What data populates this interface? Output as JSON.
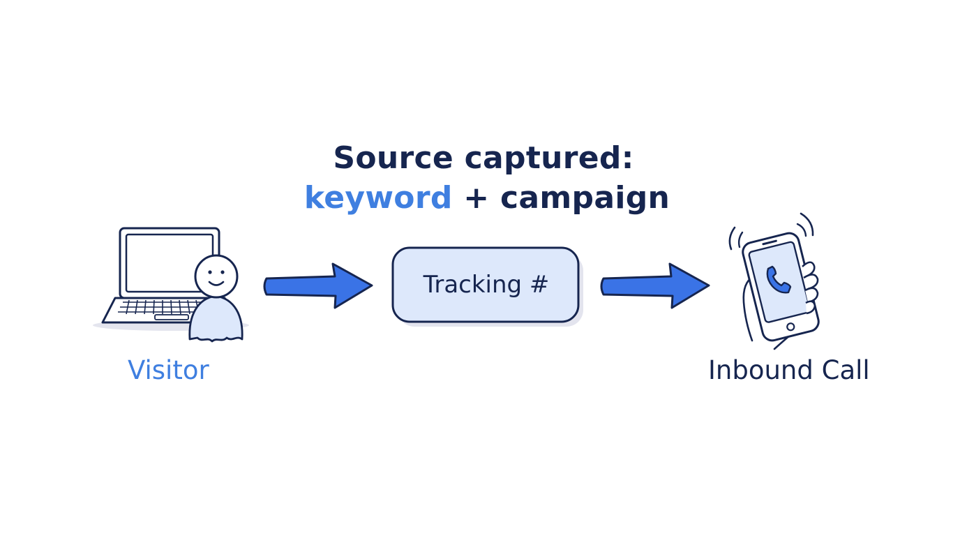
{
  "headline": {
    "line1": "Source captured:",
    "keyword": "keyword",
    "rest": " + campaign"
  },
  "nodes": {
    "visitor": {
      "label": "Visitor",
      "icons": [
        "laptop-icon",
        "person-icon"
      ]
    },
    "tracking": {
      "label": "Tracking #"
    },
    "call": {
      "label": "Inbound Call",
      "icons": [
        "phone-icon",
        "handset-icon"
      ]
    }
  },
  "colors": {
    "ink": "#16254f",
    "accent": "#3f7fe0",
    "arrow": "#3a73e6",
    "fill_light": "#dde8fb",
    "shadow": "#e3e4ee"
  }
}
